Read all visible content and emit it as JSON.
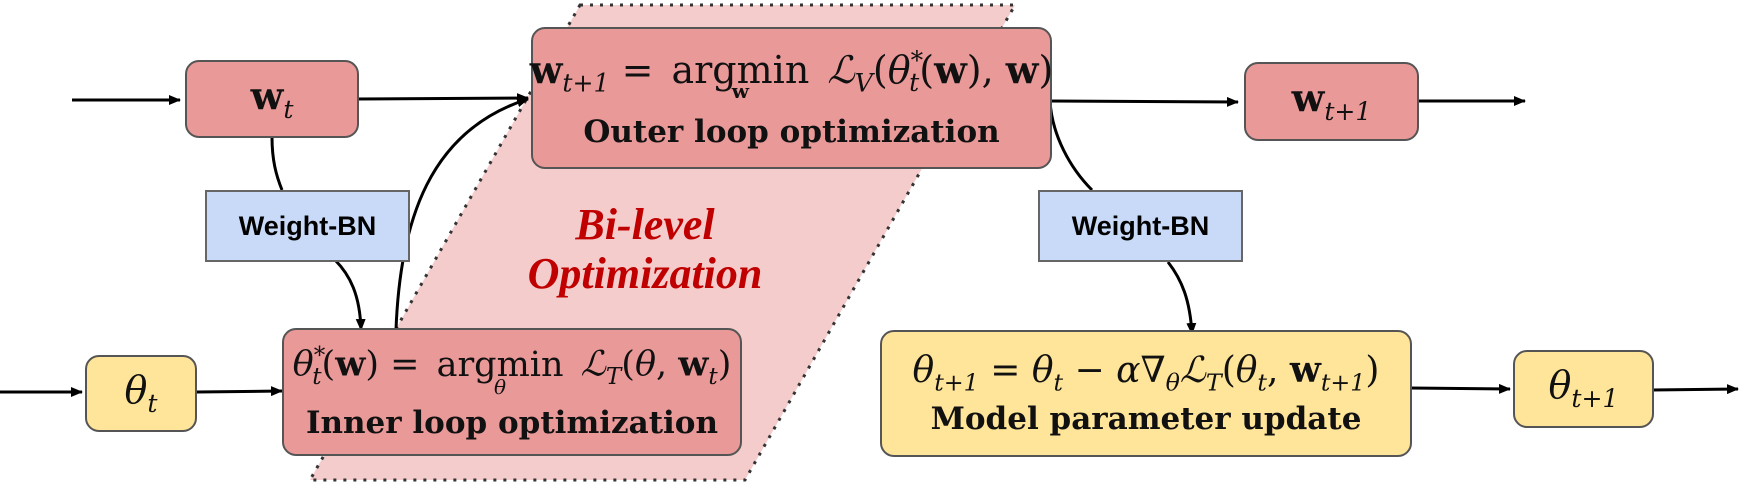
{
  "diagram": {
    "outer_box": {
      "lhs": "w",
      "lhs_sub": "t+1",
      "op": "argmin",
      "op_under": "w",
      "loss_sub": "V",
      "theta_sup": "*",
      "theta_sub": "t",
      "caption": "Outer loop optimization"
    },
    "inner_box": {
      "theta_sup": "*",
      "theta_sub": "t",
      "op": "argmin",
      "op_under": "θ",
      "loss_sub": "T",
      "caption": "Inner loop optimization"
    },
    "update_box": {
      "caption": "Model parameter update"
    },
    "w_t": {
      "base": "w",
      "sub": "t"
    },
    "w_t1": {
      "base": "w",
      "sub": "t+1"
    },
    "theta_t": {
      "base": "θ",
      "sub": "t"
    },
    "theta_t1": {
      "base": "θ",
      "sub": "t+1"
    },
    "weight_bn_left": "Weight-BN",
    "weight_bn_right": "Weight-BN",
    "bilevel_line1": "Bi-level",
    "bilevel_line2": "Optimization"
  },
  "colors": {
    "red_box": "#ea9999",
    "yellow_box": "#ffe599",
    "blue_box": "#c9daf8",
    "parallelogram": "#f4cccc",
    "bilevel_text": "#c00000"
  }
}
